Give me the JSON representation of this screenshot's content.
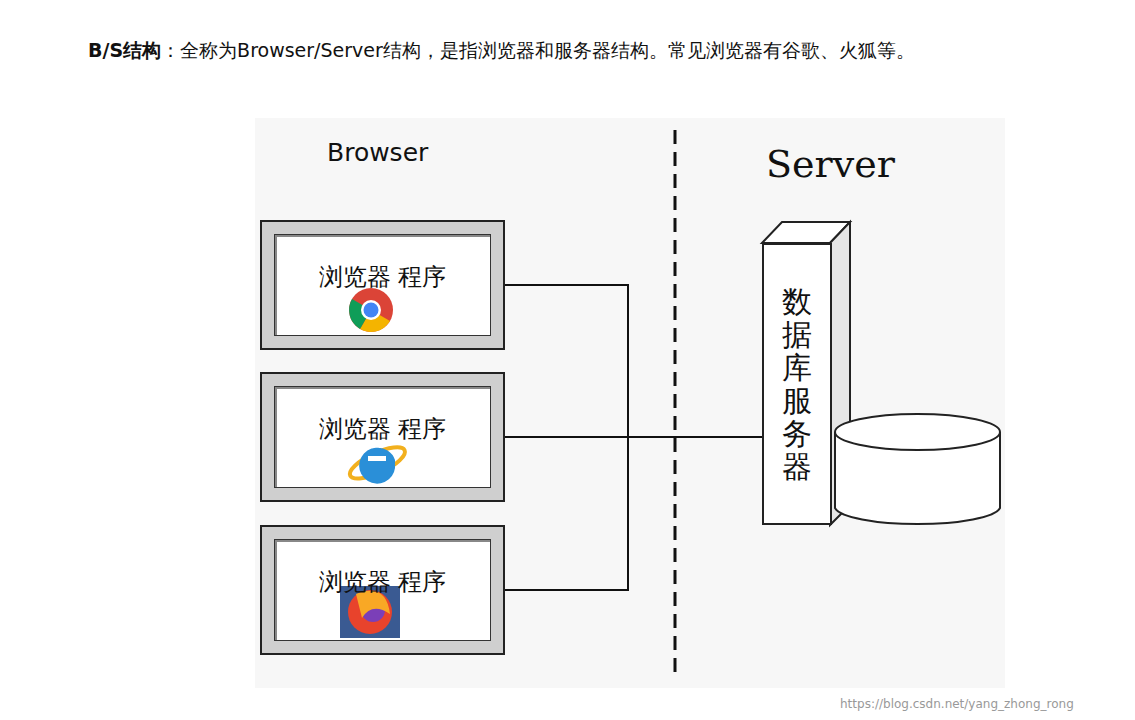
{
  "diagram": {
    "title": "B/S结构",
    "nodes": [
      {
        "text": [
          "浏览器 程序"
        ]
      },
      {
        "text": [
          "浏览器 程序"
        ]
      },
      {
        "text": [
          "浏览器 程序"
        ]
      },
      {
        "text": [
          "数据库服务器"
        ]
      }
    ],
    "edges": [
      {
        "from": 0,
        "to": 3,
        "arrow": "none"
      },
      {
        "from": 1,
        "to": 3,
        "arrow": "none"
      },
      {
        "from": 2,
        "to": 3,
        "arrow": "none"
      }
    ],
    "labels": [
      "：全称为Browser/Server结构，是指浏览器和服务器结构。常见浏览器有谷歌、火狐等。",
      "Browser",
      "Server",
      "https://blog.csdn.net/yang_zhong_rong"
    ]
  }
}
